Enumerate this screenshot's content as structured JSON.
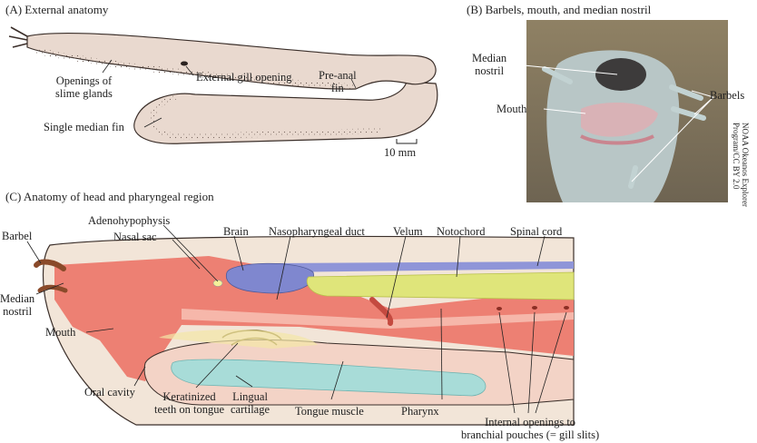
{
  "panel_a": {
    "title": "(A)  External anatomy",
    "labels": {
      "slime_glands": "Openings of\nslime glands",
      "gill_opening": "External gill opening",
      "pre_anal_fin": "Pre-anal\nfin",
      "median_fin": "Single median fin",
      "scale": "10 mm"
    }
  },
  "panel_b": {
    "title": "(B)  Barbels, mouth, and median nostril",
    "labels": {
      "median_nostril": "Median\nnostril",
      "mouth": "Mouth",
      "barbels": "Barbels"
    },
    "credit": "NOAA Okeanos Explorer\nProgram/CC BY 2.0"
  },
  "panel_c": {
    "title": "(C)  Anatomy of head and pharyngeal region",
    "labels": {
      "barbel": "Barbel",
      "adenohypophysis": "Adenohypophysis",
      "nasal_sac": "Nasal sac",
      "brain": "Brain",
      "nasopharyngeal_duct": "Nasopharyngeal duct",
      "velum": "Velum",
      "notochord": "Notochord",
      "spinal_cord": "Spinal cord",
      "median_nostril": "Median\nnostril",
      "mouth": "Mouth",
      "oral_cavity": "Oral cavity",
      "keratinized_teeth": "Keratinized\nteeth on tongue",
      "lingual_cartilage": "Lingual\ncartilage",
      "tongue_muscle": "Tongue muscle",
      "pharynx": "Pharynx",
      "internal_openings": "Internal openings to\nbranchial pouches (= gill slits)"
    }
  },
  "colors": {
    "body_tan": "#e8d6c8",
    "tissue_red": "#ec7a6e",
    "brain_blue": "#7f87cf",
    "notochord_yellow": "#dfe57a",
    "cartilage_cyan": "#a8dcd8",
    "barbel_brown": "#8a4a2a"
  }
}
